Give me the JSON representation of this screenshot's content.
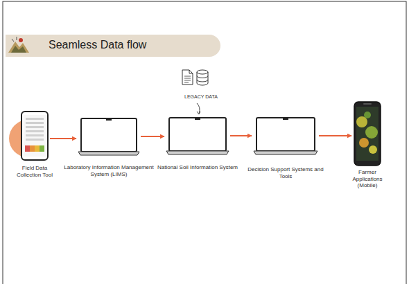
{
  "diagram": {
    "title": "Seamless Data flow",
    "nodes": [
      {
        "text": [
          "Field Data Collection Tool"
        ]
      },
      {
        "text": [
          "Laboratory Information Management System (LIMS)"
        ]
      },
      {
        "text": [
          "National Soil Information System"
        ]
      },
      {
        "text": [
          "Decision Support Systems and Tools"
        ]
      },
      {
        "text": [
          "Farmer Applications (Mobile)"
        ]
      }
    ],
    "edges": [
      {
        "from": 0,
        "to": 1,
        "arrow": "to"
      },
      {
        "from": 1,
        "to": 2,
        "arrow": "to"
      },
      {
        "from": 2,
        "to": 3,
        "arrow": "to"
      },
      {
        "from": 3,
        "to": 4,
        "arrow": "to"
      }
    ],
    "labels": [
      "LEGACY DATA"
    ]
  }
}
